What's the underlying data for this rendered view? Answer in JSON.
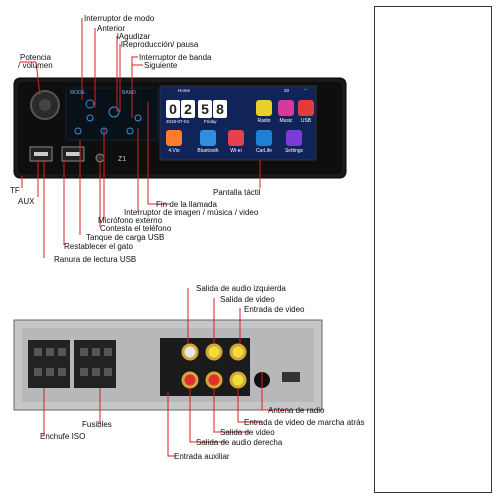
{
  "unit_labels": {
    "mode_switch": "Interruptor de modo",
    "previous": "Anterior",
    "treble": "lAgudizar",
    "play_pause": "lReproducción/ pausa",
    "band_switch": "Interruptor de banda",
    "next": "Siguiente",
    "power_volume_1": "Potencia",
    "power_volume_2": "/ volumen",
    "touch_screen": "Pantalla táctil",
    "end_call": "Fin de la llamada",
    "image_music_video": "Interruptor de imagen / música / video",
    "mic": "Micrófono externo",
    "answer": "Contesta el teléfono",
    "usb_charge": "Tanque de carga USB",
    "reset": "Restablecer el gato",
    "usb_slot": "Ranura de lectura USB",
    "tf": "TF",
    "aux": "AUX"
  },
  "rear_labels": {
    "audio_left": "Salida de audio izquierda",
    "video_out": "Salida de video",
    "video_in": "Entrada de video",
    "antenna": "Antena de radio",
    "reverse_in": "Entrada de video de marcha atrás",
    "video_out2": "Salida de video",
    "audio_right": "Salida de audio derecha",
    "aux_in": "Entrada auxiliar",
    "fuses": "Fusibles",
    "iso": "Enchufe ISO"
  },
  "device": {
    "mode_btn": "MODE",
    "band_btn": "BAND",
    "z1": "Z1",
    "home": "Home",
    "volume": "20",
    "clock_h1": "0",
    "clock_h2": "2",
    "clock_m1": "5",
    "clock_m2": "8",
    "date": "2019-07-04",
    "day": "Friday",
    "tiles": [
      "Radio",
      "Music",
      "USB",
      "4.Vio",
      "Bluetooth",
      "Wi-ei",
      "CarLife",
      "Settings"
    ]
  },
  "colors": {
    "tiles": [
      "#e8cf2a",
      "#d83a9a",
      "#e23b3b",
      "#ff7a2a",
      "#2f8ee0",
      "#e6404e",
      "#1e7fd6",
      "#7c3ad6"
    ],
    "leader": "#d82020",
    "screen_bg": "#10245a"
  }
}
